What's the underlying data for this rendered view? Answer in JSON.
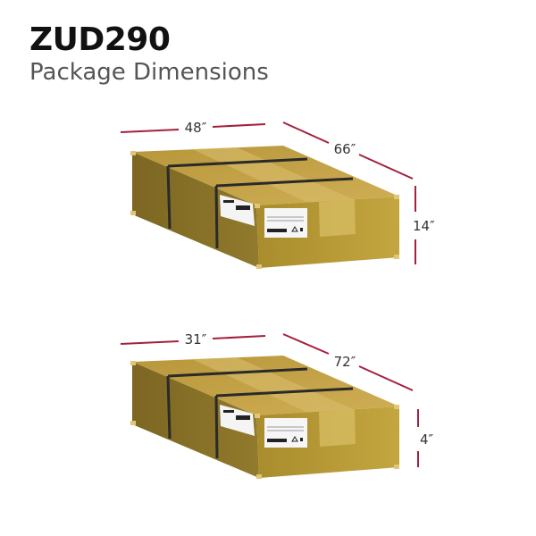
{
  "header": {
    "model": "ZUD290",
    "subtitle": "Package Dimensions"
  },
  "packages": [
    {
      "width": "48″",
      "length": "66″",
      "height": "14″"
    },
    {
      "width": "31″",
      "length": "72″",
      "height": "4″"
    }
  ],
  "colors": {
    "dimension_line": "#a3213b",
    "cardboard": "#c4a043"
  }
}
